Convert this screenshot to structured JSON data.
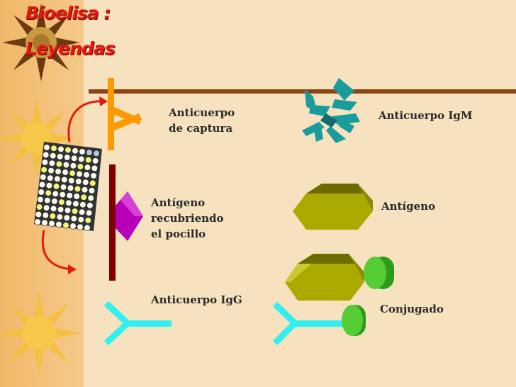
{
  "slide": {
    "title_line1": "Bioelisa :",
    "title_line2": "Leyendas"
  },
  "legend": {
    "capture_antibody_line1": "Anticuerpo",
    "capture_antibody_line2": "de captura",
    "igm_antibody": "Anticuerpo IgM",
    "coating_antigen_line1": "Antígeno",
    "coating_antigen_line2": "recubriendo",
    "coating_antigen_line3": "el pocillo",
    "antigen": "Antígeno",
    "igg_antibody": "Anticuerpo IgG",
    "conjugate": "Conjugado"
  },
  "colors": {
    "title": "#e01a0f",
    "capture_antibody": "#ff9900",
    "igm": "#1a9c9c",
    "coating_antigen": "#b800b8",
    "well_wall": "#800000",
    "antigen": "#a9a900",
    "igg": "#33f0f0",
    "conjugate": "#55cc33",
    "arrow": "#e01a0f",
    "rule": "#8b4513"
  }
}
